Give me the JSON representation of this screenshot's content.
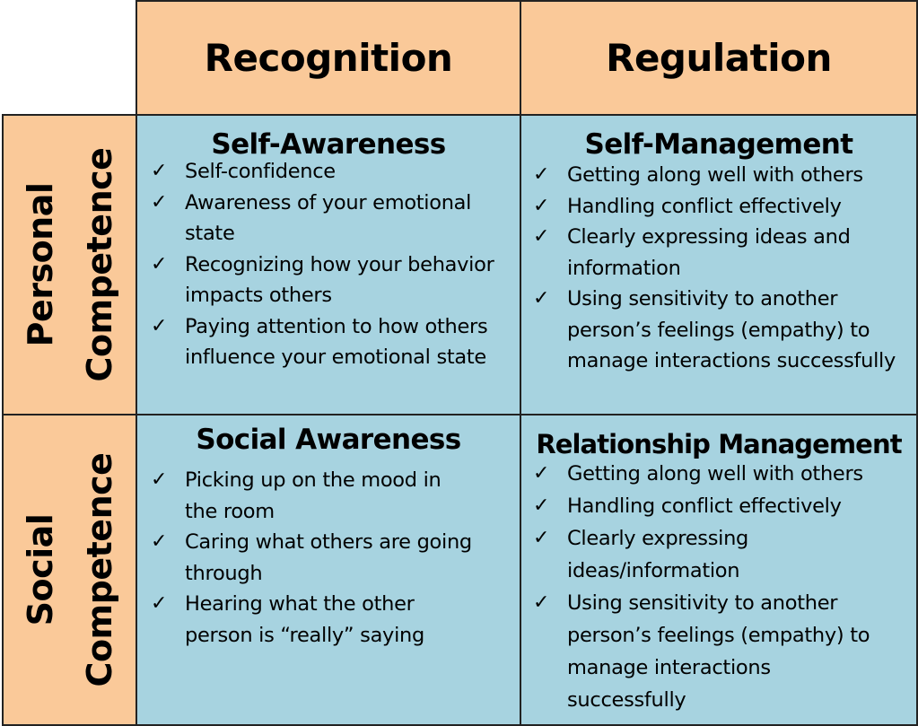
{
  "columns": {
    "recognition": "Recognition",
    "regulation": "Regulation"
  },
  "rows": {
    "personal": [
      "Personal",
      "Competence"
    ],
    "social": [
      "Social",
      "Competence"
    ]
  },
  "quadrants": {
    "self_awareness": {
      "title": "Self-Awareness",
      "items": [
        [
          "Self-confidence"
        ],
        [
          "Awareness of your emotional",
          "state"
        ],
        [
          "Recognizing how your behavior",
          "impacts others"
        ],
        [
          "Paying attention to how others",
          "influence your emotional state"
        ]
      ]
    },
    "self_management": {
      "title": "Self-Management",
      "items": [
        [
          "Getting along well with others"
        ],
        [
          "Handling conflict effectively"
        ],
        [
          "Clearly expressing ideas and",
          "information"
        ],
        [
          "Using sensitivity to another",
          "person’s feelings (empathy) to",
          "manage interactions successfully"
        ]
      ]
    },
    "social_awareness": {
      "title": "Social Awareness",
      "items": [
        [
          "Picking up on the mood in",
          "the room"
        ],
        [
          "Caring what others are going",
          "through"
        ],
        [
          "Hearing what the other",
          "person is “really” saying"
        ]
      ]
    },
    "relationship_management": {
      "title": "Relationship Management",
      "items": [
        [
          "Getting along well with others"
        ],
        [
          "Handling conflict effectively"
        ],
        [
          "Clearly expressing",
          "ideas/information"
        ],
        [
          "Using sensitivity to another",
          "person’s feelings (empathy) to",
          "manage interactions",
          "successfully"
        ]
      ]
    }
  },
  "icons": {
    "bullet": "check-icon"
  },
  "colors": {
    "header_fill": "#fac999",
    "quadrant_fill": "#a7d3e0",
    "border": "#222222"
  }
}
